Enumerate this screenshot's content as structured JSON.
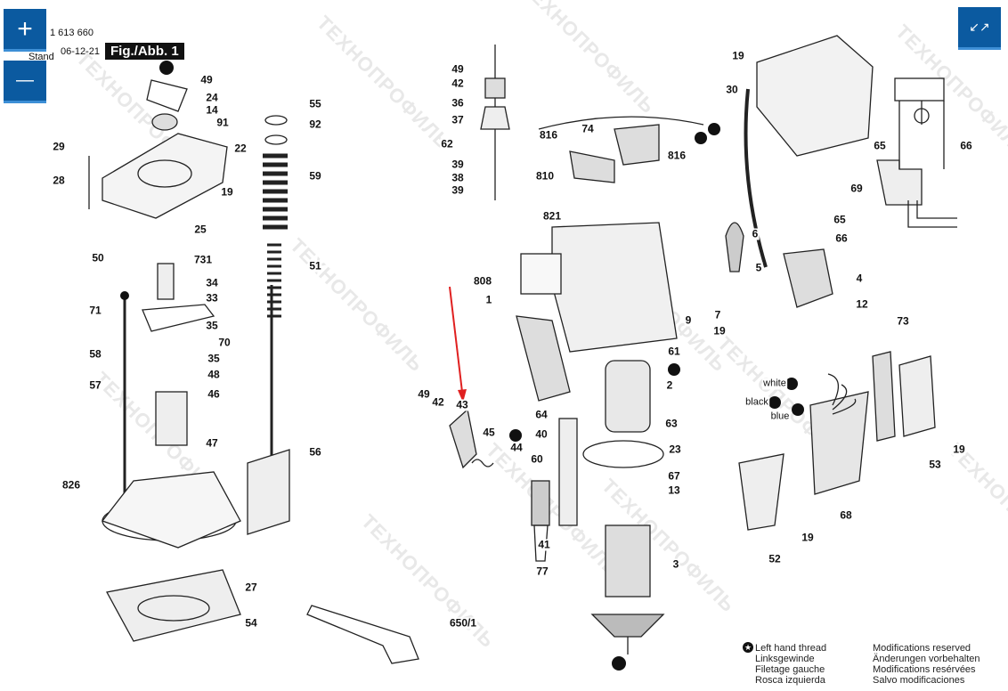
{
  "header": {
    "number": "1 613 660",
    "stand_label": "Stand",
    "date": "06-12-21",
    "figure": "Fig./Abb. 1"
  },
  "controls": {
    "zoom_in": "+",
    "zoom_out": "—",
    "collapse": "↙↗"
  },
  "watermark": "ТЕХНОПРОФИЛЬ",
  "parts": [
    "49",
    "24",
    "14",
    "91",
    "22",
    "29",
    "28",
    "19",
    "25",
    "50",
    "731",
    "34",
    "33",
    "35",
    "71",
    "70",
    "58",
    "35",
    "48",
    "46",
    "57",
    "47",
    "826",
    "55",
    "92",
    "59",
    "51",
    "56",
    "27",
    "54",
    "650/1",
    "49",
    "42",
    "36",
    "37",
    "62",
    "39",
    "38",
    "39",
    "816",
    "74",
    "816",
    "810",
    "821",
    "808",
    "1",
    "9",
    "61",
    "2",
    "64",
    "40",
    "63",
    "23",
    "67",
    "13",
    "3",
    "49",
    "42",
    "43",
    "45",
    "44",
    "60",
    "41",
    "77",
    "19",
    "30",
    "69",
    "65",
    "66",
    "65",
    "66",
    "6",
    "5",
    "4",
    "7",
    "19",
    "12",
    "73",
    "white",
    "black",
    "blue",
    "53",
    "19",
    "68",
    "19",
    "52"
  ],
  "legend": {
    "left": [
      "Left hand thread",
      "Linksgewinde",
      "Filetage gauche",
      "Rosca izquierda"
    ],
    "right": [
      "Modifications reserved",
      "Änderungen vorbehalten",
      "Modifications resérvées",
      "Salvo modificaciones"
    ]
  },
  "colors": {
    "button": "#0b5aa0",
    "arrow": "#e02020"
  }
}
